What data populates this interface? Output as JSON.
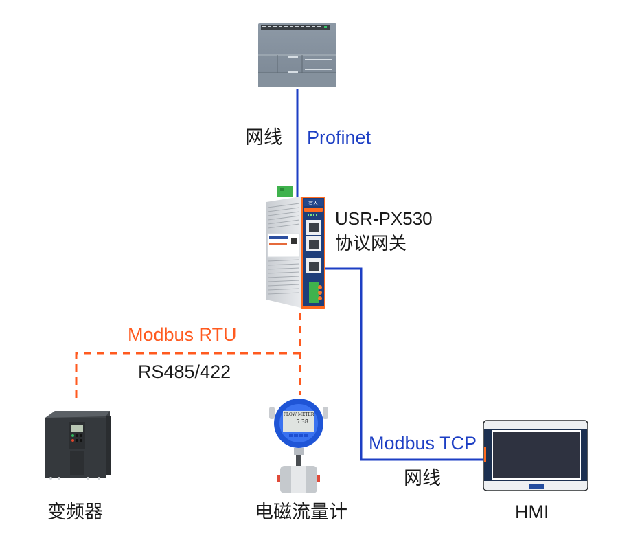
{
  "colors": {
    "ethernet_line": "#1d3fc4",
    "serial_line": "#ff5a1f",
    "text": "#1a1a1a"
  },
  "nodes": {
    "plc": {
      "label": "",
      "icon": "plc-device-icon"
    },
    "gateway": {
      "model": "USR-PX530",
      "name": "协议网关",
      "icon": "gateway-device-icon",
      "brand": "有人",
      "badge": "USR-PX530"
    },
    "vfd": {
      "label": "变频器",
      "icon": "frequency-inverter-icon"
    },
    "flowmeter": {
      "label": "电磁流量计",
      "icon": "flow-meter-icon",
      "screen_title": "FLOW METER",
      "screen_value": "5.38"
    },
    "hmi": {
      "label": "HMI",
      "icon": "hmi-panel-icon"
    }
  },
  "links": {
    "plc_gateway": {
      "medium": "网线",
      "protocol": "Profinet"
    },
    "gateway_serial": {
      "protocol": "Modbus RTU",
      "medium": "RS485/422"
    },
    "gateway_hmi": {
      "protocol": "Modbus TCP",
      "medium": "网线"
    }
  }
}
